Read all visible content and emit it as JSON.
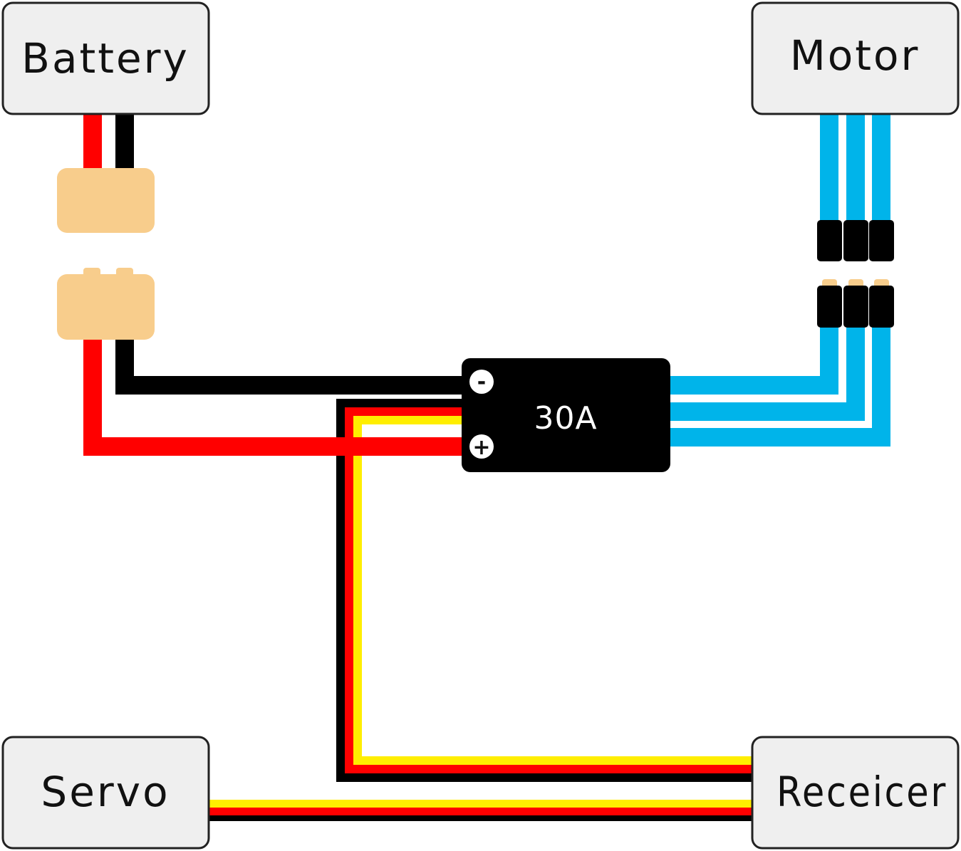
{
  "components": {
    "battery": {
      "label": "Battery"
    },
    "motor": {
      "label": "Motor"
    },
    "servo": {
      "label": "Servo"
    },
    "receiver": {
      "label": "Receicer"
    },
    "esc": {
      "label": "30A",
      "negative_sign": "-",
      "positive_sign": "+"
    }
  },
  "colors": {
    "box_fill": "#efefef",
    "box_stroke": "#222222",
    "wire_red": "#ff0000",
    "wire_black": "#000000",
    "wire_yellow": "#ffee00",
    "wire_blue": "#00b4ea",
    "connector_tan": "#f8cd8c",
    "esc_body": "#000000"
  }
}
